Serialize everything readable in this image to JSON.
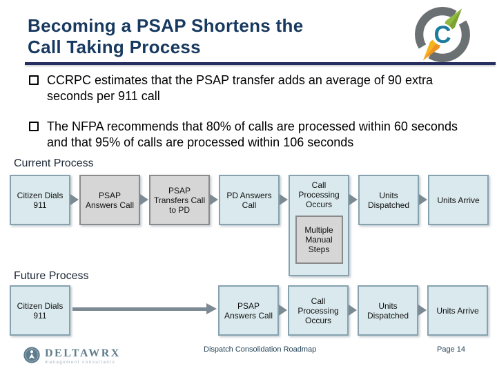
{
  "title": {
    "line1": "Becoming a PSAP Shortens the",
    "line2": "Call Taking Process"
  },
  "bullets": [
    {
      "marker": "hollow-square",
      "text": "CCRPC estimates that the PSAP transfer adds an average of 90 extra seconds per 911 call"
    },
    {
      "marker": "hollow-square",
      "text": "The NFPA recommends that 80% of calls are processed within 60 seconds and that 95% of calls are processed within 106 seconds"
    }
  ],
  "current_process": {
    "label": "Current Process",
    "steps": [
      {
        "text": "Citizen Dials 911",
        "style": "blue"
      },
      {
        "text": "PSAP Answers Call",
        "style": "gray"
      },
      {
        "text": "PSAP Transfers Call to PD",
        "style": "gray"
      },
      {
        "text": "PD Answers Call",
        "style": "blue"
      },
      {
        "text": "Call Processing Occurs",
        "style": "blue",
        "substep": "Multiple Manual Steps"
      },
      {
        "text": "Units Dispatched",
        "style": "blue"
      },
      {
        "text": "Units Arrive",
        "style": "blue"
      }
    ]
  },
  "future_process": {
    "label": "Future Process",
    "steps": [
      {
        "text": "Citizen Dials 911",
        "style": "blue"
      },
      {
        "text": "PSAP Answers Call",
        "style": "blue"
      },
      {
        "text": "Call Processing Occurs",
        "style": "blue"
      },
      {
        "text": "Units Dispatched",
        "style": "blue"
      },
      {
        "text": "Units Arrive",
        "style": "blue"
      }
    ]
  },
  "footer": {
    "brand": "DELTAWRX",
    "brand_tagline": "management consultants",
    "document_title": "Dispatch Consolidation Roadmap",
    "page_label": "Page 14"
  },
  "colors": {
    "title_navy": "#17395F",
    "rule_navy": "#262D5F",
    "box_blue_fill": "#D9E9ED",
    "box_blue_border": "#86A2AE",
    "box_gray_fill": "#D6D6D6",
    "box_gray_border": "#8A8A8A",
    "arrow_gray": "#7C8A93",
    "logo_green": "#8FBA3D",
    "logo_orange": "#ED9421",
    "logo_yellow": "#F6B41B",
    "logo_teal": "#1D7C9E",
    "logo_ring_gray": "#6B7073",
    "brand_slate": "#5E7C8C",
    "footer_text": "#1E3D52"
  }
}
